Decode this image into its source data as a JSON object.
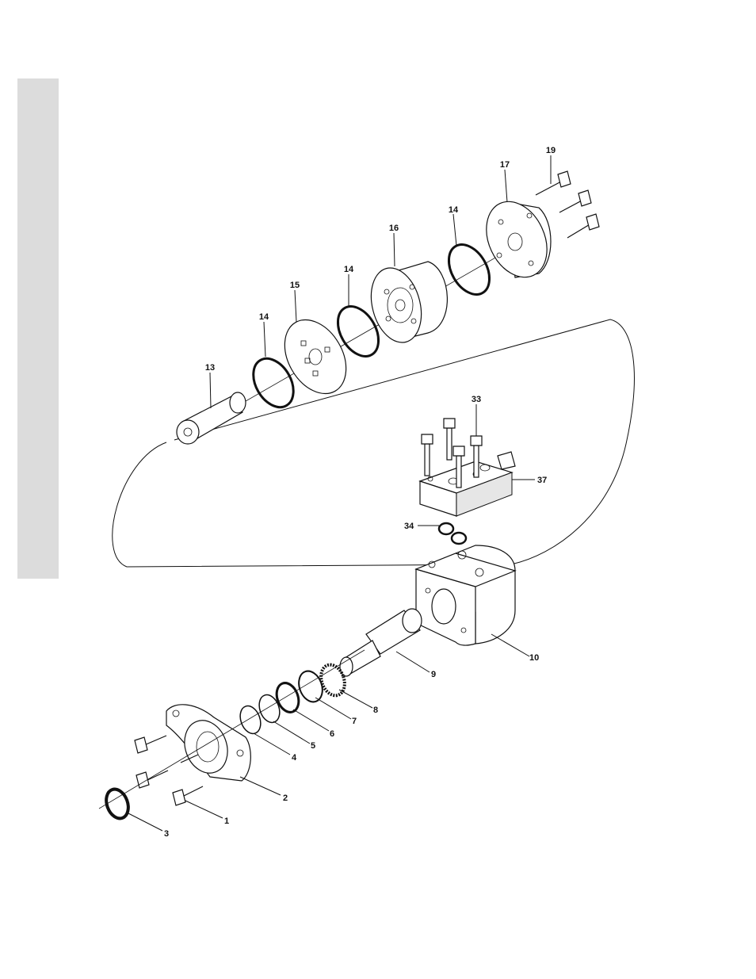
{
  "colors": {
    "side_band": "#dcdcdc",
    "line": "#111111",
    "background": "#ffffff"
  },
  "callouts": [
    {
      "id": "p19",
      "text": "19"
    },
    {
      "id": "p17",
      "text": "17"
    },
    {
      "id": "p14a",
      "text": "14"
    },
    {
      "id": "p16",
      "text": "16"
    },
    {
      "id": "p14b",
      "text": "14"
    },
    {
      "id": "p15",
      "text": "15"
    },
    {
      "id": "p14c",
      "text": "14"
    },
    {
      "id": "p13",
      "text": "13"
    },
    {
      "id": "p33",
      "text": "33"
    },
    {
      "id": "p37",
      "text": "37"
    },
    {
      "id": "p34",
      "text": "34"
    },
    {
      "id": "p10",
      "text": "10"
    },
    {
      "id": "p9",
      "text": "9"
    },
    {
      "id": "p8",
      "text": "8"
    },
    {
      "id": "p7",
      "text": "7"
    },
    {
      "id": "p6",
      "text": "6"
    },
    {
      "id": "p5",
      "text": "5"
    },
    {
      "id": "p4",
      "text": "4"
    },
    {
      "id": "p2",
      "text": "2"
    },
    {
      "id": "p1",
      "text": "1"
    },
    {
      "id": "p3",
      "text": "3"
    }
  ]
}
